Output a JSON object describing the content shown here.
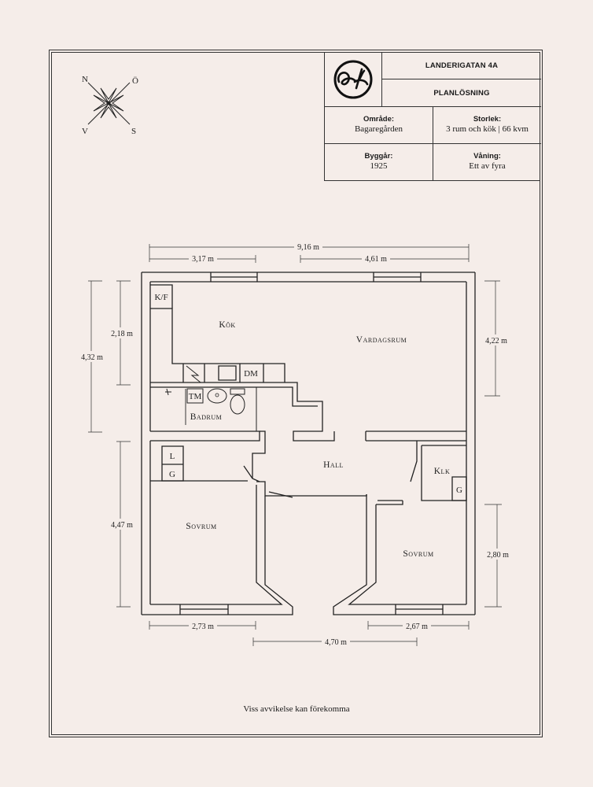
{
  "compass": {
    "n": "N",
    "o": "Ö",
    "v": "V",
    "s": "S"
  },
  "title_block": {
    "address": "LANDERIGATAN 4A",
    "subtitle": "PLANLÖSNING",
    "area_label": "Område:",
    "area_value": "Bagaregården",
    "size_label": "Storlek:",
    "size_value": "3 rum och kök | 66 kvm",
    "year_label": "Byggår:",
    "year_value": "1925",
    "floor_label": "Våning:",
    "floor_value": "Ett av fyra"
  },
  "rooms": {
    "kok": "Kök",
    "vardagsrum": "Vardagsrum",
    "badrum": "Badrum",
    "hall": "Hall",
    "klk": "Klk",
    "sovrum_left": "Sovrum",
    "sovrum_right": "Sovrum",
    "kf": "K/F",
    "dm": "DM",
    "tm": "TM",
    "l": "L",
    "g_left": "G",
    "g_right": "G"
  },
  "dimensions": {
    "total_width": "9,16 m",
    "top_left": "3,17 m",
    "top_right": "4,61 m",
    "left_outer": "4,32 m",
    "left_inner": "2,18 m",
    "right_top": "4,22 m",
    "left_bottom": "4,47 m",
    "right_bottom": "2,80 m",
    "bottom_left": "2,73 m",
    "bottom_right": "2,67 m",
    "bottom_middle": "4,70 m"
  },
  "footer": "Viss avvikelse kan förekomma"
}
